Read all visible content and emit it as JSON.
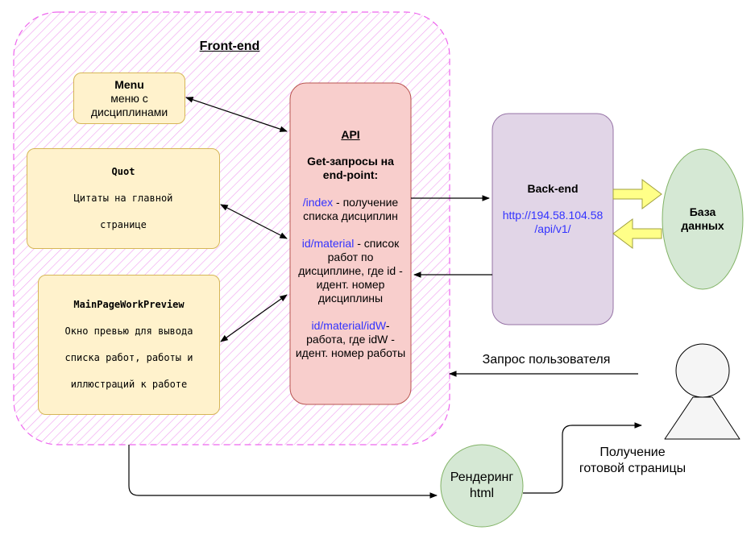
{
  "frontend": {
    "title": "Front-end"
  },
  "menu": {
    "title": "Menu",
    "text": "меню с дисциплинами"
  },
  "quot": {
    "title": "Quot",
    "line1": "Цитаты на главной",
    "line2": "странице"
  },
  "preview": {
    "title": "MainPageWorkPreview",
    "line1": "Окно превью для вывода",
    "line2": "списка работ, работы и",
    "line3": "иллюстраций к работе"
  },
  "api": {
    "title": "API",
    "heading1": "Get-запросы на",
    "heading2": "end-point:",
    "ep1_path": "/index",
    "ep1_desc": " - получение",
    "ep1_desc2": "списка дисциплин",
    "ep2_path": "id/material",
    "ep2_desc": " - список",
    "ep2_desc2": "работ по",
    "ep2_desc3": "дисциплине, где id -",
    "ep2_desc4": "идент. номер",
    "ep2_desc5": "дисциплины",
    "ep3_path": "id/material/idW",
    "ep3_desc": "-",
    "ep3_desc2": "работа, где idW -",
    "ep3_desc3": "идент. номер работы"
  },
  "backend": {
    "title": "Back-end",
    "url1": "http://194.58.104.58",
    "url2": "/api/v1/"
  },
  "database": {
    "line1": "База",
    "line2": "данных"
  },
  "user_request": {
    "label": "Запрос пользователя"
  },
  "render": {
    "line1": "Рендеринг",
    "line2": "html"
  },
  "result": {
    "line1": "Получение",
    "line2": "готовой страницы"
  },
  "colors": {
    "frontend_border": "#ee66ee",
    "yellow_fill": "#fff2cc",
    "yellow_border": "#d6b656",
    "api_fill": "#f8cecc",
    "api_border": "#b85450",
    "backend_fill": "#e1d5e7",
    "backend_border": "#9673a6",
    "green_fill": "#d5e8d4",
    "green_border": "#82b366",
    "arrow_fill": "#ffff88"
  }
}
